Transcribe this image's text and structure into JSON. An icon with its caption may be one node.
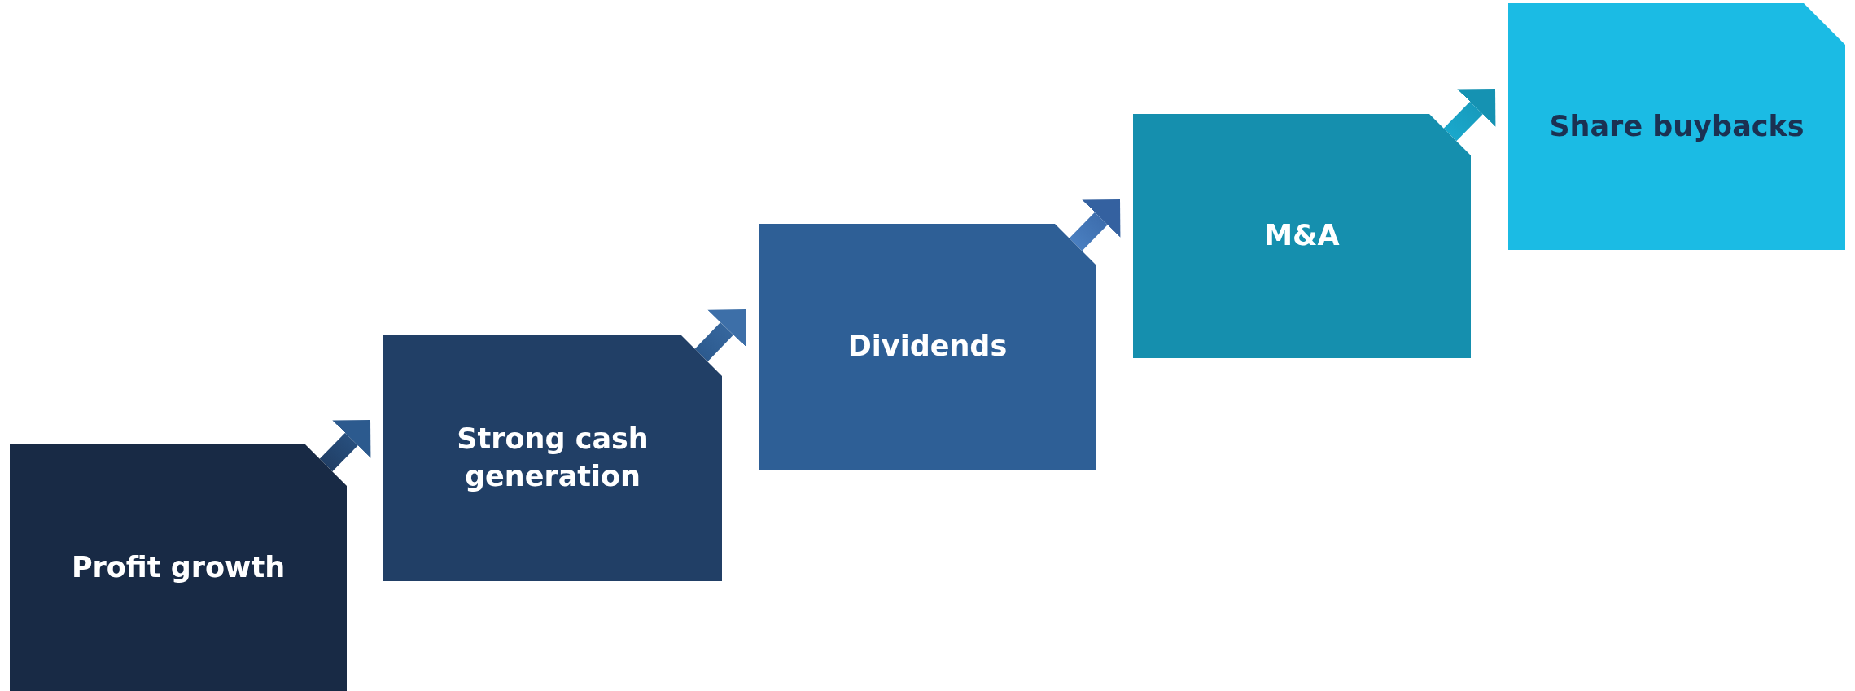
{
  "diagram": {
    "nodes": [
      {
        "text": [
          "Profit growth"
        ]
      },
      {
        "text": [
          "Strong cash generation"
        ]
      },
      {
        "text": [
          "Dividends"
        ]
      },
      {
        "text": [
          "M&A"
        ]
      },
      {
        "text": [
          "Share buybacks"
        ]
      }
    ],
    "edges": [
      {
        "from": 0,
        "to": 1,
        "arrow": "to"
      },
      {
        "from": 1,
        "to": 2,
        "arrow": "to"
      },
      {
        "from": 2,
        "to": 3,
        "arrow": "to"
      },
      {
        "from": 3,
        "to": 4,
        "arrow": "to"
      }
    ]
  }
}
